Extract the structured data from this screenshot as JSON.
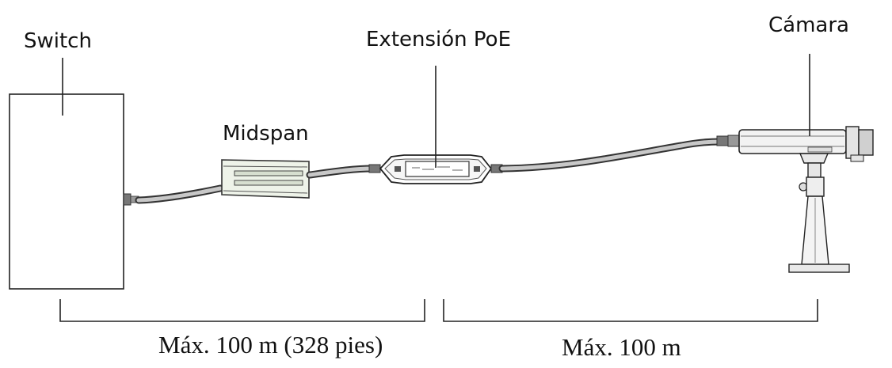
{
  "labels": {
    "switch": "Switch",
    "midspan": "Midspan",
    "poe_extender": "Extensión PoE",
    "camera": "Cámara"
  },
  "distances": {
    "segment_1": "Máx. 100 m (328 pies)",
    "segment_2": "Máx. 100 m"
  }
}
